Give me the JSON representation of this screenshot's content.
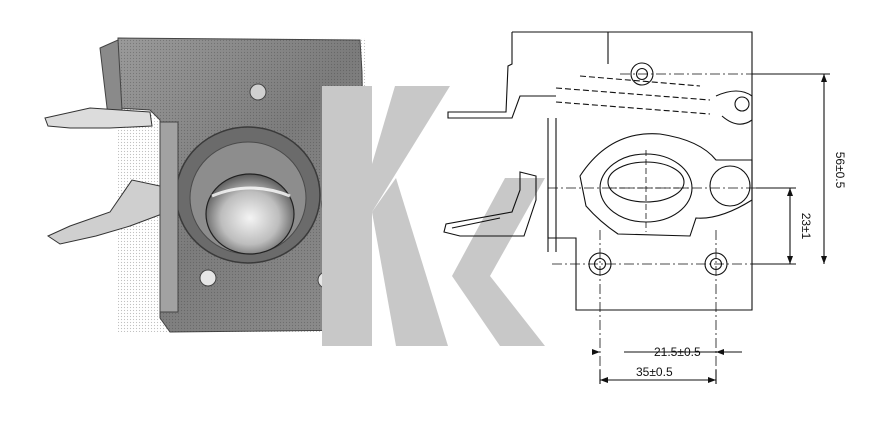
{
  "figure": {
    "photo_label": "",
    "drawing_label": ""
  },
  "dimensions": {
    "width_inner": "21.5±0.5",
    "width_outer": "35±0.5",
    "height_inner": "23±1",
    "height_outer": "56±0.5"
  },
  "colors": {
    "watermark": "#c8c8c8",
    "line": "#111111",
    "photo_dark": "#555555",
    "photo_light": "#cfcfcf"
  },
  "icons": {
    "watermark": "k-logo-watermark"
  }
}
